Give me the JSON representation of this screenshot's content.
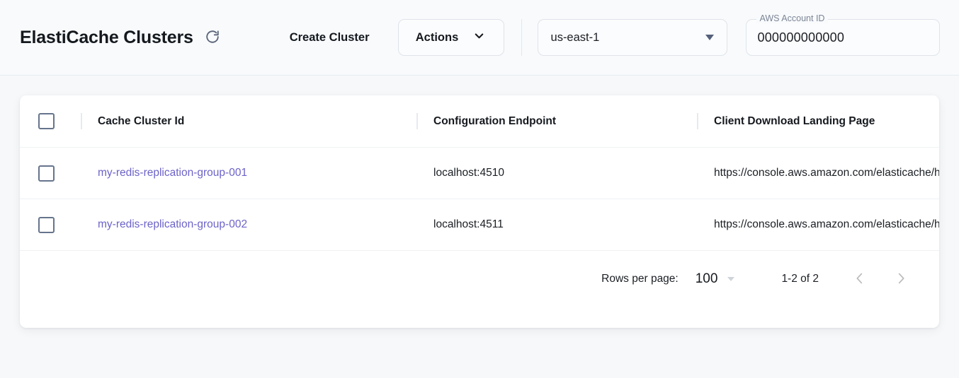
{
  "header": {
    "title": "ElastiCache Clusters",
    "refresh_icon": "refresh-icon",
    "create_button": "Create Cluster",
    "actions_button": "Actions",
    "actions_chevron_icon": "chevron-down-icon",
    "region": {
      "value": "us-east-1",
      "caret_icon": "triangle-down-icon"
    },
    "account": {
      "label": "AWS Account ID",
      "value": "000000000000"
    }
  },
  "table": {
    "columns": [
      {
        "key": "cluster",
        "label": "Cache Cluster Id"
      },
      {
        "key": "endpoint",
        "label": "Configuration Endpoint"
      },
      {
        "key": "landing",
        "label": "Client Download Landing Page"
      }
    ],
    "rows": [
      {
        "cluster": "my-redis-replication-group-001",
        "endpoint": "localhost:4510",
        "landing": "https://console.aws.amazon.com/elasticache/h"
      },
      {
        "cluster": "my-redis-replication-group-002",
        "endpoint": "localhost:4511",
        "landing": "https://console.aws.amazon.com/elasticache/h"
      }
    ]
  },
  "pagination": {
    "rows_per_page_label": "Rows per page:",
    "rows_per_page_value": "100",
    "range_label": "1-2 of 2",
    "prev_icon": "chevron-left-icon",
    "next_icon": "chevron-right-icon"
  },
  "colors": {
    "link": "#6c63c9",
    "page_background": "#f6f8fa",
    "header_background": "#f8fafc",
    "checkbox_border": "#66748c"
  }
}
